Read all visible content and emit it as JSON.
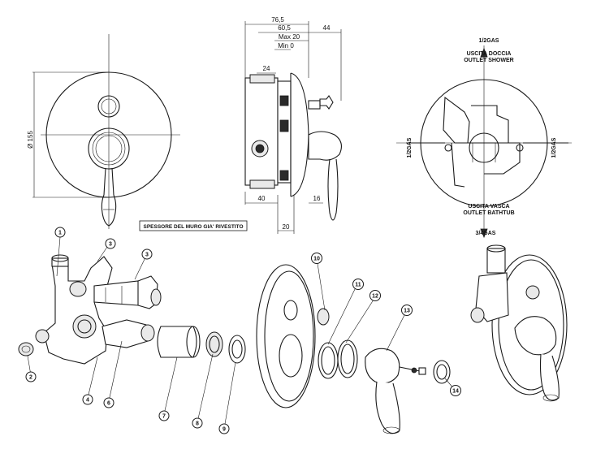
{
  "dimensions": {
    "diameter": "Ø 155",
    "depth_total": "76,5",
    "depth_body": "60,5",
    "projection": "44",
    "max": "Max 20",
    "min": "Min 0",
    "offset_24": "24",
    "offset_40": "40",
    "offset_16": "16",
    "offset_20": "20"
  },
  "wall_note": "SPESSORE DEL MURO GIA' RIVESTITO",
  "outlets": {
    "shower_size": "1/2GAS",
    "shower_it": "USCITA DOCCIA",
    "shower_en": "OUTLET SHOWER",
    "bath_it": "USCITA VASCA",
    "bath_en": "OUTLET BATHTUB",
    "bath_size": "3/4GAS",
    "inlet_left": "1/2GAS",
    "inlet_right": "1/2GAS"
  },
  "callouts": [
    "1",
    "2",
    "3",
    "3",
    "4",
    "6",
    "7",
    "8",
    "9",
    "10",
    "11",
    "12",
    "13",
    "14"
  ]
}
